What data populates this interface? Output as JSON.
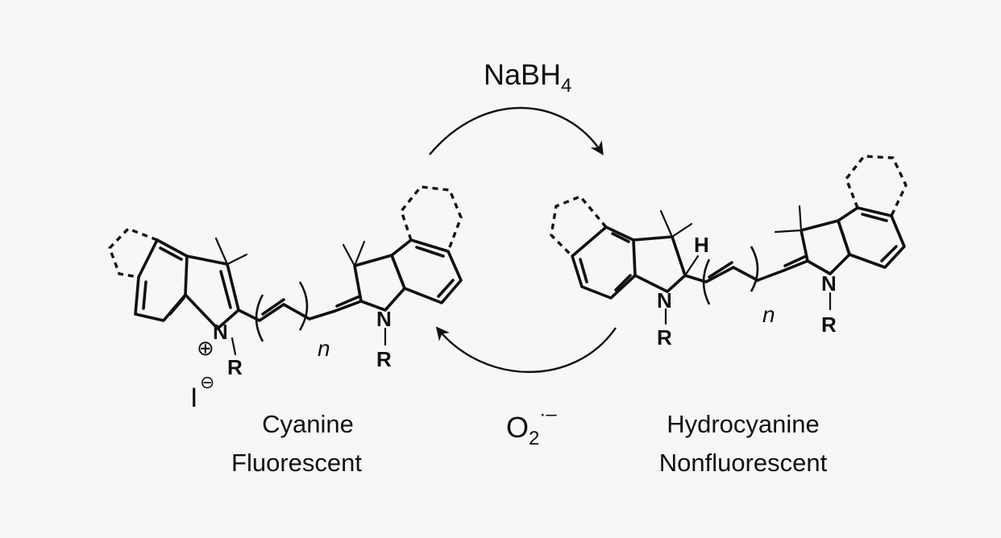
{
  "reagents": {
    "forward": {
      "base": "NaBH",
      "subscript": "4"
    },
    "reverse": {
      "base": "O",
      "subscript": "2",
      "superscript": "·–"
    }
  },
  "cyanine": {
    "name": "Cyanine",
    "property": "Fluorescent",
    "counterion": "I",
    "counterion_charge": "⊖",
    "cation_charge": "⊕",
    "atoms": {
      "n_left": "N",
      "r_left": "R",
      "n_right": "N",
      "r_right": "R",
      "repeat": "n"
    }
  },
  "hydrocyanine": {
    "name": "Hydrocyanine",
    "property": "Nonfluorescent",
    "atoms": {
      "hydrogen": "H",
      "n_left": "N",
      "r_left": "R",
      "n_right": "N",
      "r_right": "R",
      "repeat": "n"
    }
  }
}
